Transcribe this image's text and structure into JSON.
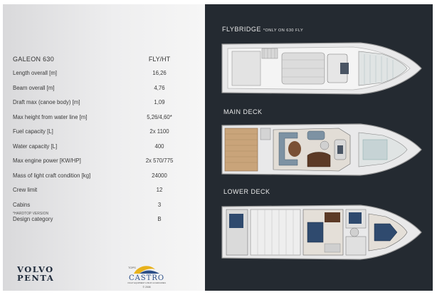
{
  "spec_sheet": {
    "model": "GALEON 630",
    "column_header": "FLY/HT",
    "rows": [
      {
        "label": "Length overall [m]",
        "value": "16,26"
      },
      {
        "label": "Beam overall [m]",
        "value": "4,76"
      },
      {
        "label": "Draft max (canoe body) [m]",
        "value": "1,09"
      },
      {
        "label": "Max height from water line [m]",
        "value": "5,26/4,60*"
      },
      {
        "label": "Fuel capacity [L]",
        "value": "2x 1100"
      },
      {
        "label": "Water capacity [L]",
        "value": "400"
      },
      {
        "label": "Max engine power [KW/HP]",
        "value": "2x 570/775"
      },
      {
        "label": "Mass of light craft condition [kg]",
        "value": "24000"
      },
      {
        "label": "Crew limit",
        "value": "12"
      },
      {
        "label": "Cabins",
        "value": "3"
      },
      {
        "label": "Design category",
        "value": "B"
      }
    ],
    "footnote": "*HARDTOP VERSION"
  },
  "logos": {
    "volvo_line1": "VOLVO",
    "volvo_line2": "PENTA",
    "castro_top": "TOPS",
    "castro_name": "CASTRO",
    "castro_sub": "YACHT EQUIPMENT & BOAT ACCESSORIES",
    "castro_bottom": "© 2008"
  },
  "decks": {
    "flybridge_title": "FLYBRIDGE",
    "flybridge_note": "*ONLY ON 630 FLY",
    "main_title": "MAIN DECK",
    "lower_title": "LOWER DECK"
  },
  "colors": {
    "left_panel": "#eeeeef",
    "right_panel": "#242a31",
    "hull_fill": "#e9e9ea",
    "deck_wood": "#c9a47a",
    "upholstery_blue": "#2f4a6e"
  }
}
